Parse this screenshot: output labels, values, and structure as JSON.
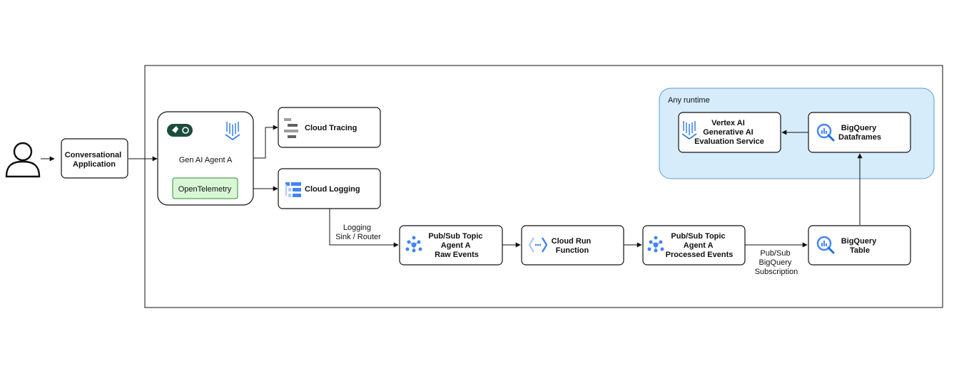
{
  "user": {
    "icon": "person-icon"
  },
  "conversational_app": {
    "line1": "Conversational",
    "line2": "Application"
  },
  "agent": {
    "label": "Gen AI Agent A",
    "framework_icon": "agent-framework-icon",
    "vertex_icon": "vertex-ai-icon",
    "otel_label": "OpenTelemetry"
  },
  "cloud_tracing": {
    "label": "Cloud Tracing",
    "icon": "cloud-tracing-icon"
  },
  "cloud_logging": {
    "label": "Cloud Logging",
    "icon": "cloud-logging-icon"
  },
  "logging_sink": {
    "line1": "Logging",
    "line2": "Sink / Router"
  },
  "pubsub_raw": {
    "line1": "Pub/Sub Topic",
    "line2": "Agent A",
    "line3": "Raw Events",
    "icon": "pubsub-icon"
  },
  "cloud_run": {
    "line1": "Cloud Run",
    "line2": "Function",
    "icon": "cloud-run-icon"
  },
  "pubsub_processed": {
    "line1": "Pub/Sub Topic",
    "line2": "Agent A",
    "line3": "Processed Events",
    "icon": "pubsub-icon"
  },
  "subscription": {
    "line1": "Pub/Sub",
    "line2": "BigQuery",
    "line3": "Subscription"
  },
  "bq_table": {
    "line1": "BigQuery",
    "line2": "Table",
    "icon": "bigquery-icon"
  },
  "runtime": {
    "label": "Any runtime"
  },
  "bq_dataframes": {
    "line1": "BigQuery",
    "line2": "Dataframes",
    "icon": "bigquery-icon"
  },
  "vertex_eval": {
    "line1": "Vertex AI",
    "line2": "Generative AI",
    "line3": "Evaluation Service",
    "icon": "vertex-ai-icon"
  },
  "colors": {
    "runtime_fill": "#d6ecfb",
    "runtime_stroke": "#5b9bd5",
    "otel_fill": "#d9f7d5",
    "otel_stroke": "#2e8b3a",
    "google_blue": "#4285f4",
    "dark_badge": "#1b4d3e"
  }
}
